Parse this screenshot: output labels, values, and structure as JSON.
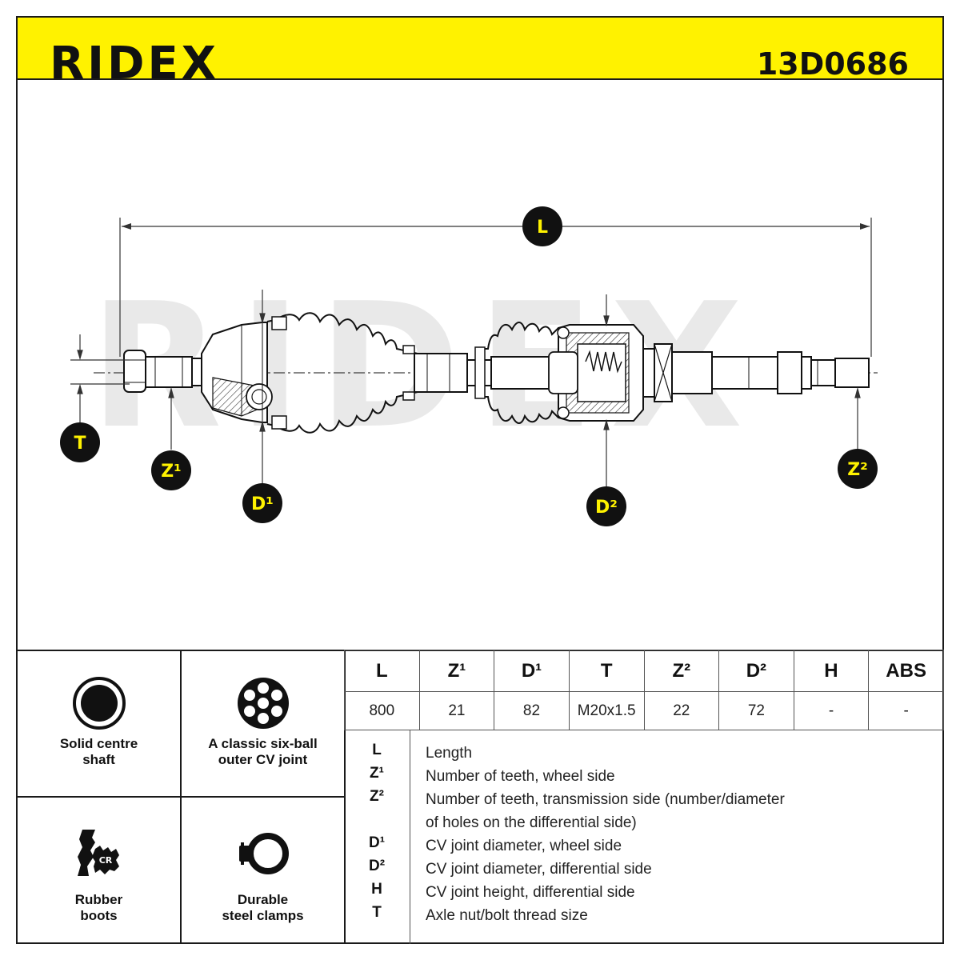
{
  "brand": "RIDEX",
  "part_number": "13D0686",
  "watermark": "RIDEX",
  "diagram_labels": {
    "L": "L",
    "T": "T",
    "Z1": "Z¹",
    "D1": "D¹",
    "D2": "D²",
    "Z2": "Z²"
  },
  "features": [
    {
      "label_line1": "Solid centre",
      "label_line2": "shaft",
      "icon": "solid-shaft-icon"
    },
    {
      "label_line1": "A classic six-ball",
      "label_line2": "outer CV joint",
      "icon": "six-ball-joint-icon"
    },
    {
      "label_line1": "Rubber",
      "label_line2": "boots",
      "icon": "rubber-boot-icon",
      "icon_text": "CR"
    },
    {
      "label_line1": "Durable",
      "label_line2": "steel clamps",
      "icon": "steel-clamp-icon"
    }
  ],
  "spec_table": {
    "headers": [
      "L",
      "Z¹",
      "D¹",
      "T",
      "Z²",
      "D²",
      "H",
      "ABS"
    ],
    "values": [
      "800",
      "21",
      "82",
      "M20x1.5",
      "22",
      "72",
      "-",
      "-"
    ]
  },
  "legend": [
    {
      "symbol": "L",
      "text": "Length"
    },
    {
      "symbol": "Z¹",
      "text": "Number of teeth, wheel side"
    },
    {
      "symbol": "Z²",
      "text": "Number of teeth, transmission side (number/diameter"
    },
    {
      "symbol": "",
      "text": "of holes on the differential side)"
    },
    {
      "symbol": "D¹",
      "text": "CV joint diameter, wheel side"
    },
    {
      "symbol": "D²",
      "text": "CV joint diameter, differential side"
    },
    {
      "symbol": "H",
      "text": "CV joint height, differential side"
    },
    {
      "symbol": "T",
      "text": "Axle nut/bolt thread size"
    }
  ],
  "colors": {
    "header": "#fff200",
    "ink": "#111111",
    "watermark": "#e6e6e6"
  }
}
